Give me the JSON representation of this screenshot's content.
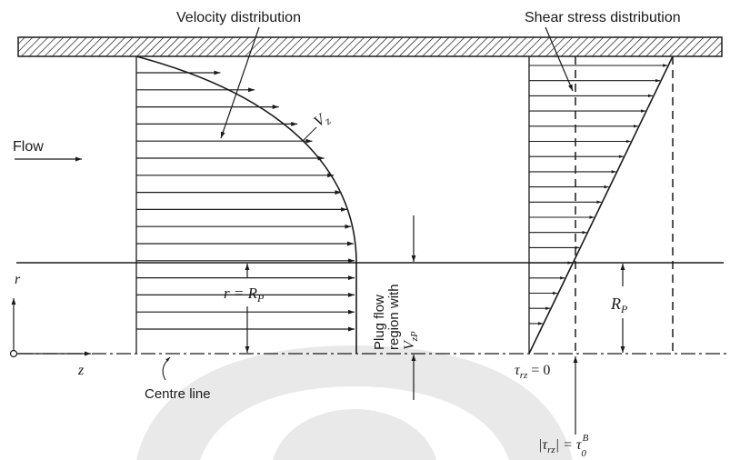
{
  "labels": {
    "velocity_distribution": "Velocity distribution",
    "shear_stress_distribution": "Shear stress distribution",
    "flow": "Flow",
    "v_z": "V",
    "v_z_sub": "z",
    "r_eq_rp": "r = R",
    "r_eq_rp_sub": "P",
    "plug_flow_line1": "Plug flow",
    "plug_flow_line2": "region with",
    "plug_flow_v": "V",
    "plug_flow_v_sub": "zP",
    "r_p": "R",
    "r_p_sub": "P",
    "r_axis": "r",
    "z_axis": "z",
    "centre_line": "Centre line",
    "tau_zero": "τ",
    "tau_zero_sub": "rz",
    "tau_zero_rest": " = 0",
    "tau_abs": "|τ",
    "tau_abs_sub": "rz",
    "tau_abs_mid": "| = τ",
    "tau_abs_sup": "B",
    "tau_abs_sub2": "0"
  },
  "colors": {
    "ink": "#1a1a1a",
    "watermark": "#e9e9e9"
  }
}
